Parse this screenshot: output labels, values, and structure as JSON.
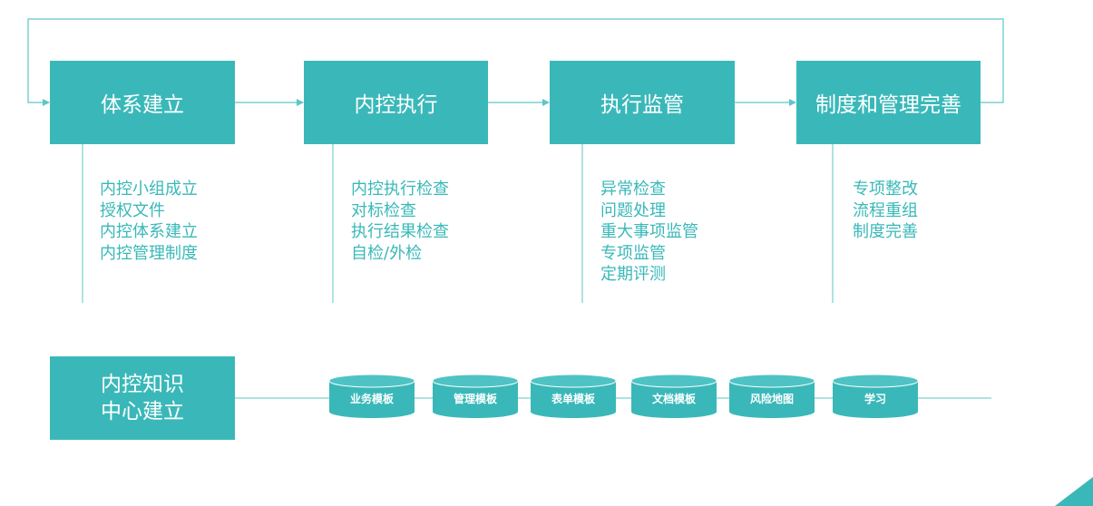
{
  "colors": {
    "accent": "#3ab8b9",
    "line": "#5fc6c7",
    "text_on_accent": "#ffffff"
  },
  "stages": [
    {
      "title": "体系建立",
      "items": [
        "内控小组成立",
        "授权文件",
        "内控体系建立",
        "内控管理制度"
      ]
    },
    {
      "title": "内控执行",
      "items": [
        "内控执行检查",
        "对标检查",
        "执行结果检查",
        "自检/外检"
      ]
    },
    {
      "title": "执行监管",
      "items": [
        "异常检查",
        "问题处理",
        "重大事项监管",
        "专项监管",
        "定期评测"
      ]
    },
    {
      "title": "制度和管理完善",
      "items": [
        "专项整改",
        "流程重组",
        "制度完善"
      ]
    }
  ],
  "knowledge_center": {
    "line1": "内控知识",
    "line2": "中心建立"
  },
  "repositories": [
    "业务模板",
    "管理模板",
    "表单模板",
    "文档模板",
    "风险地图",
    "学习"
  ]
}
